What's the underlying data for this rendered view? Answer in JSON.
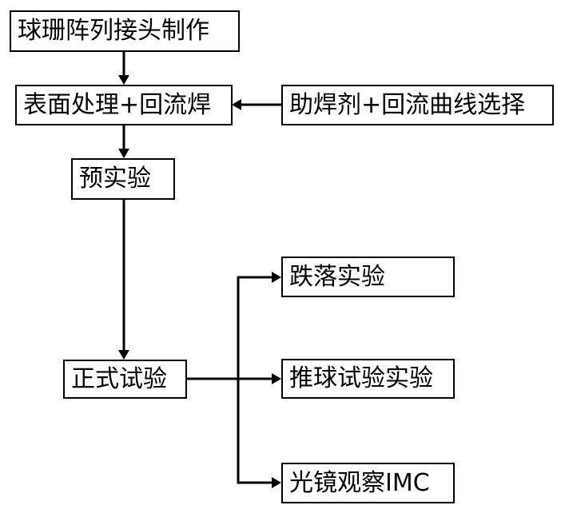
{
  "nodes": {
    "bga_fabrication": "球珊阵列接头制作",
    "surface_reflow": "表面处理+回流焊",
    "flux_profile": "助焊剂+回流曲线选择",
    "pre_experiment": "预实验",
    "formal_test": "正式试验",
    "drop_test": "跌落实验",
    "ball_shear_test": "推球试验实验",
    "optical_imc": "光镜观察IMC"
  }
}
